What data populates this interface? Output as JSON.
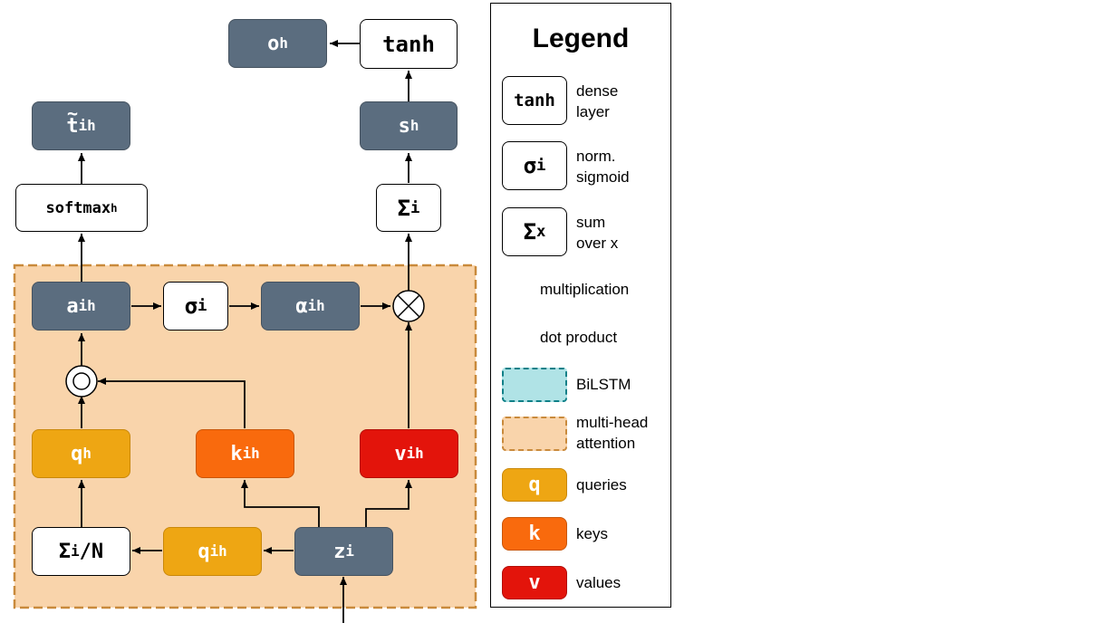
{
  "diagram": {
    "nodes": {
      "o_h": {
        "main": "o",
        "sub": "h"
      },
      "tanh": {
        "label": "tanh"
      },
      "t_ih": {
        "main": "t",
        "sub": "ih"
      },
      "s_h": {
        "main": "s",
        "sub": "h"
      },
      "softmax": {
        "main": "softmax",
        "sub": "h"
      },
      "sum_i": {
        "main": "Σ",
        "sub": "i"
      },
      "a_ih": {
        "main": "a",
        "sub": "ih"
      },
      "sigma_i": {
        "main": "σ",
        "sub": "i"
      },
      "alpha_ih": {
        "main": "α",
        "sub": "ih"
      },
      "q_h": {
        "main": "q",
        "sub": "h"
      },
      "k_ih": {
        "main": "k",
        "sub": "ih"
      },
      "v_ih": {
        "main": "v",
        "sub": "ih"
      },
      "sum_over_n": {
        "main": "Σ",
        "sub": "i",
        "suffix": "/N"
      },
      "q_ih": {
        "main": "q",
        "sub": "ih"
      },
      "z_i": {
        "main": "z",
        "sub": "i"
      }
    }
  },
  "legend": {
    "title": "Legend",
    "items": [
      {
        "symbol": "tanh",
        "text_line1": "dense",
        "text_line2": "layer"
      },
      {
        "symbol_main": "σ",
        "symbol_sub": "i",
        "text_line1": "norm.",
        "text_line2": "sigmoid"
      },
      {
        "symbol_main": "Σ",
        "symbol_sub": "x",
        "text_line1": "sum",
        "text_line2": "over x"
      },
      {
        "icon": "multiplication-icon",
        "text": "multiplication"
      },
      {
        "icon": "dot-product-icon",
        "text": "dot product"
      },
      {
        "swatch": "bilstm",
        "text": "BiLSTM"
      },
      {
        "swatch": "attention",
        "text_line1": "multi-head",
        "text_line2": "attention"
      },
      {
        "symbol": "q",
        "text": "queries"
      },
      {
        "symbol": "k",
        "text": "keys"
      },
      {
        "symbol": "v",
        "text": "values"
      }
    ]
  },
  "colors": {
    "dark_node": "#5b6d7f",
    "query": "#eea613",
    "key": "#f96a0d",
    "value": "#e3140b",
    "attention_fill": "#f9d4ab",
    "attention_border": "#c98a3c",
    "bilstm_fill": "#b0e3e6",
    "bilstm_border": "#0e8088"
  }
}
